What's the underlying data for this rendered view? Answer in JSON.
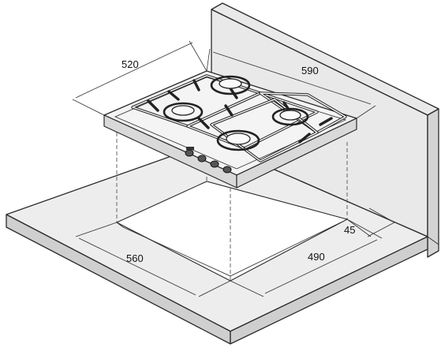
{
  "dimensions": {
    "hob_depth": "520",
    "hob_width": "590",
    "cutout_width": "560",
    "cutout_depth": "490",
    "wall_clearance": "45"
  },
  "colors": {
    "line": "#2a2a2a",
    "counter_fill": "#ededed",
    "wall_fill": "#e9e9e9"
  }
}
